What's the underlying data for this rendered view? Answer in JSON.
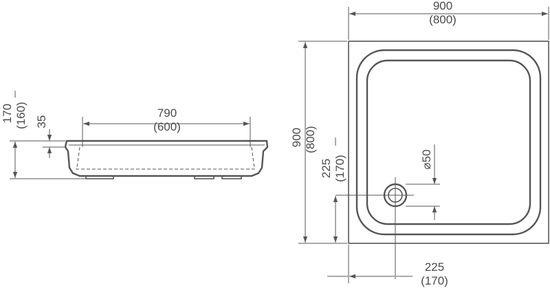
{
  "colors": {
    "line": "#555555",
    "text": "#4a4a4a",
    "background": "#ffffff"
  },
  "side_view": {
    "width_label": "790",
    "width_alt_label": "(600)",
    "height_label": "170",
    "height_alt_label": "(160)",
    "depth_label": "35"
  },
  "top_view": {
    "width_label": "900",
    "width_alt_label": "(800)",
    "height_label": "900",
    "height_alt_label": "(800)",
    "drain_diameter_label": "⌀50",
    "drain_y_label": "225",
    "drain_y_alt_label": "(170)",
    "drain_x_label": "225",
    "drain_x_alt_label": "(170)"
  }
}
